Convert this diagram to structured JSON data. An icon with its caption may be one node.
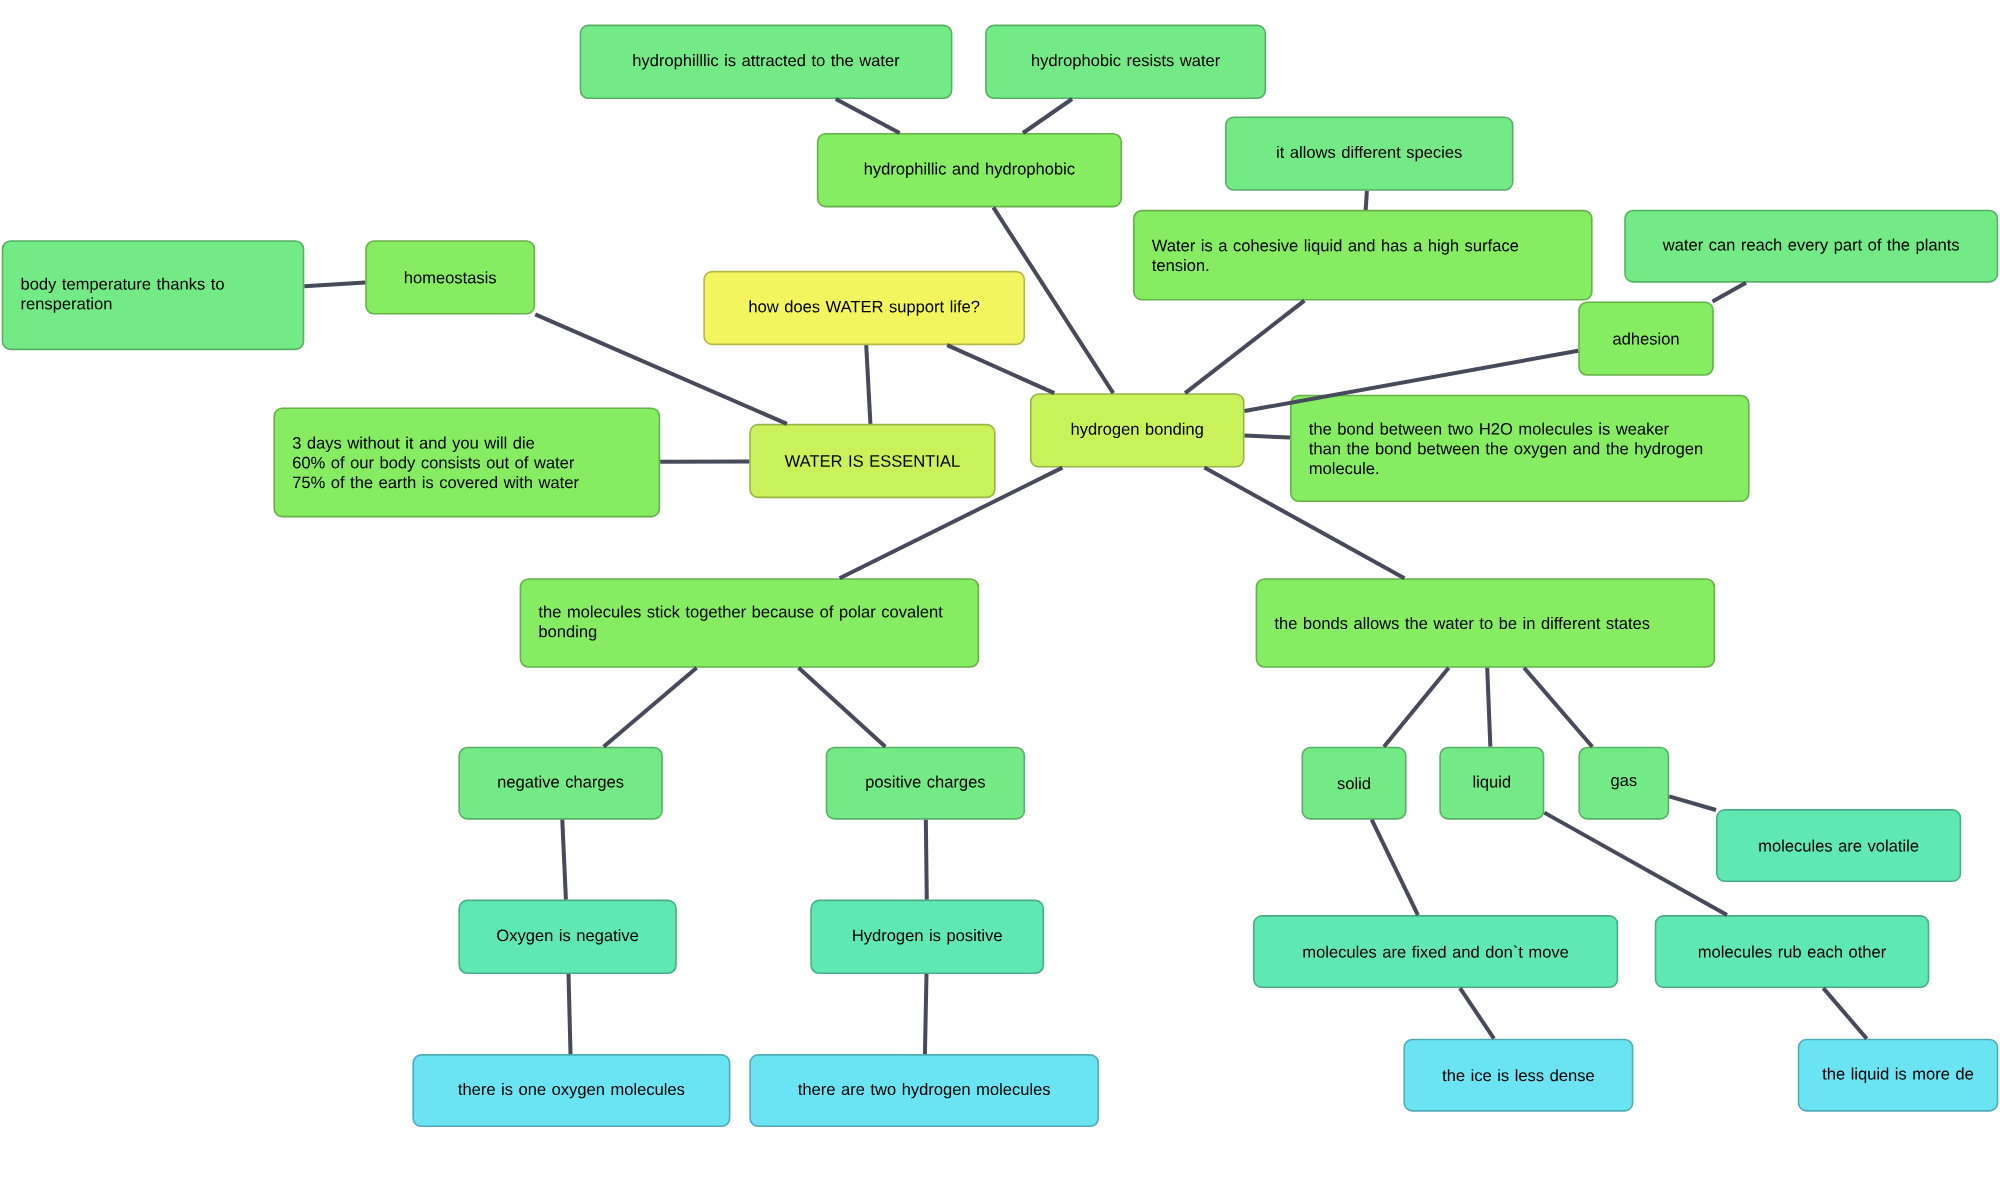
{
  "diagram": {
    "nodes": [
      {
        "text": [
          "hydrogen bonding"
        ]
      },
      {
        "text": [
          "how does WATER support life?"
        ]
      },
      {
        "text": [
          "WATER IS ESSENTIAL"
        ]
      },
      {
        "text": [
          "homeostasis"
        ]
      },
      {
        "text": [
          "body temperature thanks to rensperation"
        ]
      },
      {
        "text": [
          "3 days without it and you will die",
          "60% of our body consists out of water",
          "75% of the earth is covered with water"
        ]
      },
      {
        "text": [
          "hydrophillic and hydrophobic"
        ]
      },
      {
        "text": [
          "hydrophilllic is attracted to the water"
        ]
      },
      {
        "text": [
          "hydrophobic resists water"
        ]
      },
      {
        "text": [
          "Water is a cohesive liquid and has a high surface tension."
        ]
      },
      {
        "text": [
          "it allows different species"
        ]
      },
      {
        "text": [
          "adhesion"
        ]
      },
      {
        "text": [
          "water can reach every part of the plants"
        ]
      },
      {
        "text": [
          "the bond between two H2O molecules is weaker than the bond between the oxygen and the hydrogen molecule."
        ]
      },
      {
        "text": [
          "the molecules stick together because of polar covalent bonding"
        ]
      },
      {
        "text": [
          "negative charges"
        ]
      },
      {
        "text": [
          "Oxygen is negative"
        ]
      },
      {
        "text": [
          "there is one oxygen molecules"
        ]
      },
      {
        "text": [
          "positive charges"
        ]
      },
      {
        "text": [
          "Hydrogen is positive"
        ]
      },
      {
        "text": [
          "there are two hydrogen molecules"
        ]
      },
      {
        "text": [
          "the bonds allows the water to be in different states"
        ]
      },
      {
        "text": [
          "solid"
        ]
      },
      {
        "text": [
          "liquid"
        ]
      },
      {
        "text": [
          "gas"
        ]
      },
      {
        "text": [
          "molecules are volatile"
        ]
      },
      {
        "text": [
          "molecules are fixed and don`t move"
        ]
      },
      {
        "text": [
          "molecules rub each other"
        ]
      },
      {
        "text": [
          "the ice is less dense"
        ]
      },
      {
        "text": [
          "the liquid is more de"
        ]
      }
    ],
    "edges": [
      {
        "from": 1,
        "to": 0,
        "arrow": "none"
      },
      {
        "from": 1,
        "to": 2,
        "arrow": "none"
      },
      {
        "from": 2,
        "to": 3,
        "arrow": "none"
      },
      {
        "from": 3,
        "to": 4,
        "arrow": "none"
      },
      {
        "from": 2,
        "to": 5,
        "arrow": "none"
      },
      {
        "from": 0,
        "to": 6,
        "arrow": "none"
      },
      {
        "from": 6,
        "to": 7,
        "arrow": "none"
      },
      {
        "from": 6,
        "to": 8,
        "arrow": "none"
      },
      {
        "from": 0,
        "to": 9,
        "arrow": "none"
      },
      {
        "from": 9,
        "to": 10,
        "arrow": "none"
      },
      {
        "from": 0,
        "to": 11,
        "arrow": "none"
      },
      {
        "from": 11,
        "to": 12,
        "arrow": "none"
      },
      {
        "from": 0,
        "to": 13,
        "arrow": "none"
      },
      {
        "from": 0,
        "to": 14,
        "arrow": "none"
      },
      {
        "from": 14,
        "to": 15,
        "arrow": "none"
      },
      {
        "from": 15,
        "to": 16,
        "arrow": "none"
      },
      {
        "from": 16,
        "to": 17,
        "arrow": "none"
      },
      {
        "from": 14,
        "to": 18,
        "arrow": "none"
      },
      {
        "from": 18,
        "to": 19,
        "arrow": "none"
      },
      {
        "from": 19,
        "to": 20,
        "arrow": "none"
      },
      {
        "from": 0,
        "to": 21,
        "arrow": "none"
      },
      {
        "from": 21,
        "to": 22,
        "arrow": "none"
      },
      {
        "from": 21,
        "to": 23,
        "arrow": "none"
      },
      {
        "from": 21,
        "to": 24,
        "arrow": "none"
      },
      {
        "from": 24,
        "to": 25,
        "arrow": "none"
      },
      {
        "from": 22,
        "to": 26,
        "arrow": "none"
      },
      {
        "from": 23,
        "to": 27,
        "arrow": "none"
      },
      {
        "from": 26,
        "to": 28,
        "arrow": "none"
      },
      {
        "from": 27,
        "to": 29,
        "arrow": "none"
      }
    ]
  }
}
